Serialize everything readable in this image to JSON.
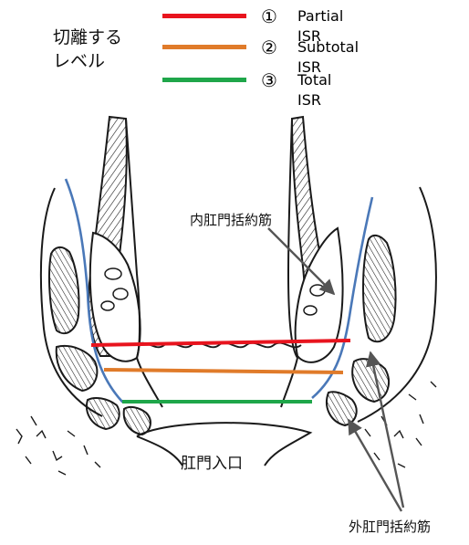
{
  "heading": {
    "line1": "切離する",
    "line2": "レベル"
  },
  "legend": [
    {
      "number": "①",
      "label": "Partial ISR",
      "color": "#e8141e"
    },
    {
      "number": "②",
      "label": "Subtotal ISR",
      "color": "#e07b2a"
    },
    {
      "number": "③",
      "label": "Total ISR",
      "color": "#1fa64a"
    }
  ],
  "labels": {
    "internal_sphincter": "内肛門括約筋",
    "anal_entrance": "肛門入口",
    "external_sphincter": "外肛門括約筋"
  },
  "colors": {
    "outline": "#1a1a1a",
    "intersphincteric_plane": "#4a78b8",
    "arrow": "#555555"
  }
}
